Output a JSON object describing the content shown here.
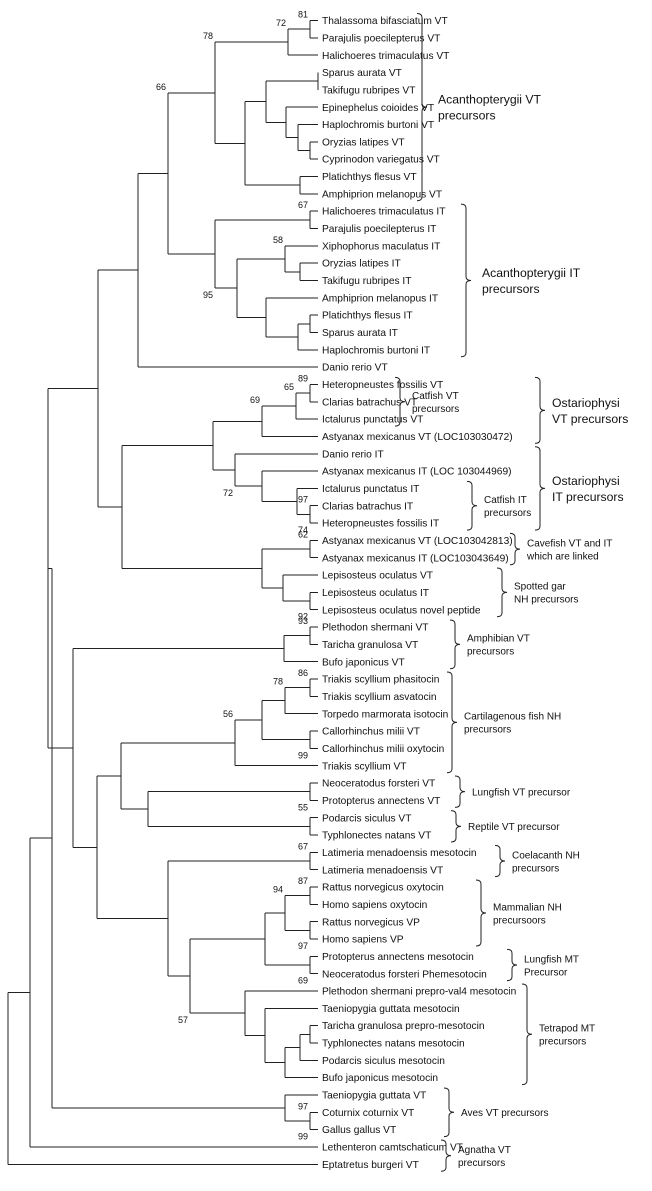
{
  "tree": {
    "leaves": [
      "Thalassoma bifasciatum VT",
      "Parajulis poecilepterus VT",
      "Halichoeres trimaculatus VT",
      "Sparus aurata VT",
      "Takifugu rubripes VT",
      "Epinephelus coioides VT",
      "Haplochromis burtoni VT",
      "Oryzias latipes VT",
      "Cyprinodon variegatus VT",
      "Platichthys flesus VT",
      "Amphiprion melanopus VT",
      "Halichoeres trimaculatus IT",
      "Parajulis poecilepterus IT",
      "Xiphophorus maculatus IT",
      "Oryzias latipes IT",
      "Takifugu rubripes IT",
      "Amphiprion melanopus IT",
      "Platichthys flesus IT",
      "Sparus aurata IT",
      "Haplochromis burtoni IT",
      "Danio rerio VT",
      "Heteropneustes fossilis VT",
      "Clarias batrachus VT",
      "Ictalurus punctatus VT",
      "Astyanax mexicanus VT (LOC103030472)",
      "Danio rerio IT",
      "Astyanax mexicanus IT (LOC 103044969)",
      "Ictalurus punctatus IT",
      "Clarias batrachus IT",
      "Heteropneustes fossilis IT",
      "Astyanax mexicanus VT (LOC103042813)",
      "Astyanax mexicanus IT (LOC103043649)",
      "Lepisosteus oculatus VT",
      "Lepisosteus oculatus IT",
      "Lepisosteus oculatus novel peptide",
      "Plethodon shermani VT",
      "Taricha granulosa VT",
      "Bufo japonicus VT",
      "Triakis scyllium phasitocin",
      "Triakis scyllium asvatocin",
      "Torpedo marmorata isotocin",
      "Callorhinchus milii VT",
      "Callorhinchus milii oxytocin",
      "Triakis scyllium VT",
      "Neoceratodus forsteri VT",
      "Protopterus annectens VT",
      "Podarcis siculus VT",
      "Typhlonectes natans VT",
      "Latimeria menadoensis mesotocin",
      "Latimeria menadoensis VT",
      "Rattus norvegicus oxytocin",
      "Homo sapiens oxytocin",
      "Rattus norvegicus VP",
      "Homo sapiens VP",
      "Protopterus annectens mesotocin",
      "Neoceratodus forsteri Phemesotocin",
      "Plethodon shermani prepro-val4 mesotocin",
      "Taeniopygia guttata mesotocin",
      "Taricha granulosa prepro-mesotocin",
      "Typhlonectes natans mesotocin",
      "Podarcis siculus mesotocin",
      "Bufo japonicus mesotocin",
      "Taeniopygia guttata VT",
      "Coturnix coturnix VT",
      "Gallus gallus VT",
      "Lethenteron camtschaticum VT",
      "Eptatretus burgeri VT"
    ],
    "support_values": [
      "81",
      "72",
      "78",
      "66",
      "67",
      "95",
      "58",
      "89",
      "65",
      "69",
      "72",
      "97",
      "74",
      "62",
      "92",
      "93",
      "86",
      "78",
      "56",
      "99",
      "55",
      "67",
      "87",
      "94",
      "97",
      "69",
      "57",
      "97",
      "99"
    ],
    "clades": [
      {
        "lines": [
          "Acanthopterygii VT",
          "precursors"
        ],
        "size": "large"
      },
      {
        "lines": [
          "Acanthopterygii IT",
          "precursors"
        ],
        "size": "large"
      },
      {
        "lines": [
          "Catfish VT",
          "precursors"
        ],
        "size": "small"
      },
      {
        "lines": [
          "Ostariophysi",
          "VT precursors"
        ],
        "size": "large"
      },
      {
        "lines": [
          "Ostariophysi",
          "IT precursors"
        ],
        "size": "large"
      },
      {
        "lines": [
          "Catfish IT",
          "precursors"
        ],
        "size": "small"
      },
      {
        "lines": [
          "Cavefish VT and IT",
          "which are linked"
        ],
        "size": "small"
      },
      {
        "lines": [
          "Spotted gar",
          "NH precursors"
        ],
        "size": "small"
      },
      {
        "lines": [
          "Amphibian VT",
          "precursors"
        ],
        "size": "small"
      },
      {
        "lines": [
          "Cartilagenous fish NH",
          "precursors"
        ],
        "size": "small"
      },
      {
        "lines": [
          "Lungfish VT precursor"
        ],
        "size": "small"
      },
      {
        "lines": [
          "Reptile VT precursor"
        ],
        "size": "small"
      },
      {
        "lines": [
          "Coelacanth NH",
          "precursors"
        ],
        "size": "small"
      },
      {
        "lines": [
          "Mammalian NH",
          "precursoors"
        ],
        "size": "small"
      },
      {
        "lines": [
          "Lungfish MT",
          "Precursor"
        ],
        "size": "small"
      },
      {
        "lines": [
          "Tetrapod MT",
          "precursors"
        ],
        "size": "small"
      },
      {
        "lines": [
          "Aves VT precursors"
        ],
        "size": "small"
      },
      {
        "lines": [
          "Agnatha VT",
          "precursors"
        ],
        "size": "small"
      }
    ]
  }
}
